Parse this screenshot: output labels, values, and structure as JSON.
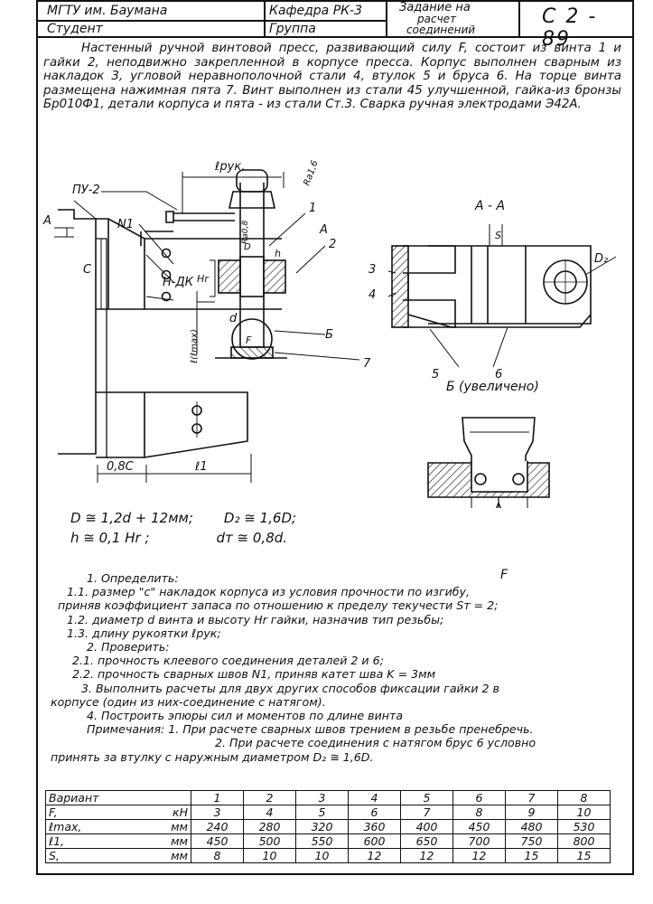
{
  "title_block": {
    "university": "МГТУ им. Баумана",
    "student": "Студент",
    "department": "Кафедра РК-3",
    "group": "Группа",
    "task_l1": "Задание на",
    "task_l2": "расчет",
    "task_l3": "соединений",
    "code": "С 2 - 89"
  },
  "intro": "Настенный ручной винтовой пресс, развивающий силу F, состоит из винта 1 и гайки 2, неподвижно закрепленной в корпусе пресса. Корпус выполнен сварным из накладок 3, угловой неравнополочной стали 4, втулок 5 и бруса 6. На торце винта размещена нажимная пята 7. Винт выполнен из стали 45 улучшенной, гайка-из бронзы Бр010Ф1, детали корпуса и пята - из стали Ст.3. Сварка ручная электродами Э42А.",
  "drawing_labels": {
    "weld": "ПУ-2",
    "section_mark": "А",
    "n1": "N1",
    "hdk": "Н-ДК",
    "l_handle": "ℓрук.",
    "ra": "Ra1,6",
    "ra2": "Ra0,8",
    "dim_c": "C",
    "dim_hr": "Hr",
    "dim_h": "h",
    "dim_d": "d",
    "dim_d_big": "D",
    "dim_lmax": "ℓ(ℓmax)",
    "f_label": "F",
    "p1": "1",
    "p2": "2",
    "p3": "3",
    "p4": "4",
    "p5": "5",
    "p6": "6",
    "p7": "7",
    "dim_08c": "0,8C",
    "dim_l1": "ℓ1",
    "section_title": "А - А",
    "dim_s": "S",
    "dim_d2": "D₂",
    "detail_title": "Б (увеличено)",
    "dim_dt": "dт",
    "f_detail": "F",
    "b_mark": "Б"
  },
  "formulas": {
    "r1a": "D ≅ 1,2d + 12мм;",
    "r1b": "D₂ ≅ 1,6D;",
    "r2a": "h ≅ 0,1 Hr ;",
    "r2b": "dт ≅ 0,8d."
  },
  "tasks": [
    "1. Определить:",
    "1.1. размер \"с\" накладок корпуса из условия прочности по изгибу,",
    "приняв коэффициент запаса по отношению к пределу текучести Sт = 2;",
    "1.2. диаметр d винта и высоту Hr гайки, назначив тип резьбы;",
    "1.3. длину рукоятки ℓрук;",
    "2. Проверить:",
    "2.1. прочность клеевого соединения деталей 2 и 6;",
    "2.2. прочность сварных швов N1, приняв катет шва K = 3мм",
    "3. Выполнить расчеты для двух других способов фиксации гайки 2 в",
    "корпусе (один из них-соединение с натягом).",
    "4. Построить эпюры сил и моментов по длине винта",
    "Примечания: 1. При расчете сварных швов трением в резьбе пренебречь.",
    "2. При расчете соединения с натягом брус 6 условно",
    "принять за втулку с наружным диаметром D₂ ≅ 1,6D."
  ],
  "table": {
    "header": "Вариант",
    "variants": [
      "1",
      "2",
      "3",
      "4",
      "5",
      "6",
      "7",
      "8"
    ],
    "rows": [
      {
        "label": "F,",
        "unit": "кН",
        "values": [
          "3",
          "4",
          "5",
          "6",
          "7",
          "8",
          "9",
          "10"
        ]
      },
      {
        "label": "ℓmax,",
        "unit": "мм",
        "values": [
          "240",
          "280",
          "320",
          "360",
          "400",
          "450",
          "480",
          "530"
        ]
      },
      {
        "label": "ℓ1,",
        "unit": "мм",
        "values": [
          "450",
          "500",
          "550",
          "600",
          "650",
          "700",
          "750",
          "800"
        ]
      },
      {
        "label": "S,",
        "unit": "мм",
        "values": [
          "8",
          "10",
          "10",
          "12",
          "12",
          "12",
          "15",
          "15"
        ]
      }
    ]
  }
}
